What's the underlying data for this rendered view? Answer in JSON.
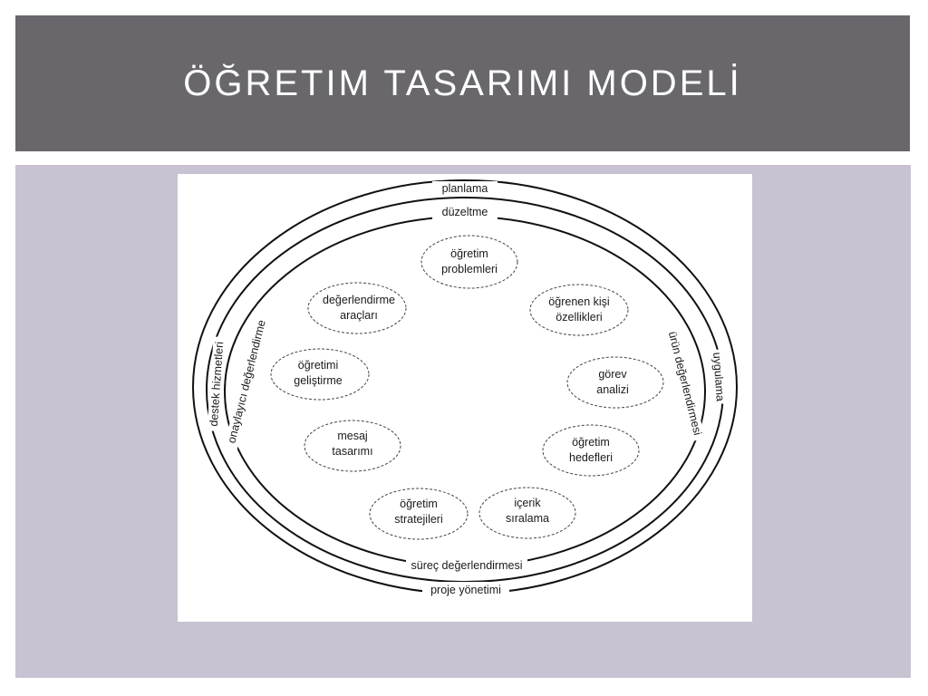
{
  "slide": {
    "title": "ÖĞRETIM TASARIMI MODELİ",
    "colors": {
      "title_bar": "#69676c",
      "panel": "#c8c2d2",
      "title_text": "#ffffff"
    }
  },
  "diagram": {
    "ring_labels": {
      "top_outer": "planlama",
      "top_inner": "düzeltme",
      "bottom_inner": "süreç değerlendirmesi",
      "bottom_outer": "proje yönetimi",
      "left_outer": "destek hizmetleri",
      "left_inner": "onaylayıcı değerlendirme",
      "right_outer": "uygulama",
      "right_inner": "ürün değerlendirmesi"
    },
    "nodes": [
      {
        "id": "ogretim-problemleri",
        "lines": [
          "öğretim",
          "problemleri"
        ]
      },
      {
        "id": "ogrenen-kisi-ozellikleri",
        "lines": [
          "öğrenen kişi",
          "özellikleri"
        ]
      },
      {
        "id": "gorev-analizi",
        "lines": [
          "görev",
          "analizi"
        ]
      },
      {
        "id": "ogretim-hedefleri",
        "lines": [
          "öğretim",
          "hedefleri"
        ]
      },
      {
        "id": "icerik-siralama",
        "lines": [
          "içerik",
          "sıralama"
        ]
      },
      {
        "id": "ogretim-stratejileri",
        "lines": [
          "öğretim",
          "stratejileri"
        ]
      },
      {
        "id": "mesaj-tasarimi",
        "lines": [
          "mesaj",
          "tasarımı"
        ]
      },
      {
        "id": "ogretimi-gelistirme",
        "lines": [
          "öğretimi",
          "geliştirme"
        ]
      },
      {
        "id": "degerlendirme-araclari",
        "lines": [
          "değerlendirme",
          "araçları"
        ]
      }
    ]
  }
}
